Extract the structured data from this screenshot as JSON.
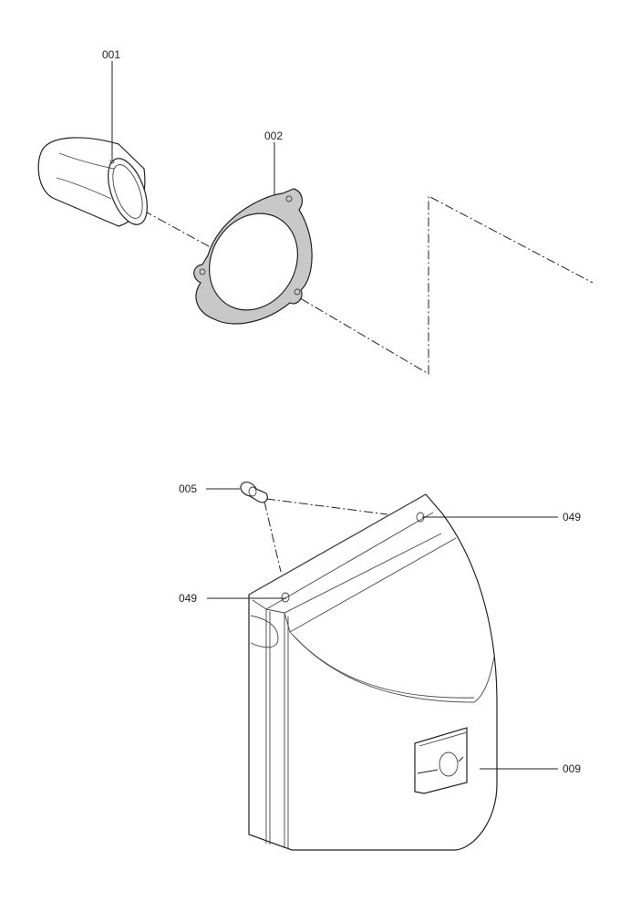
{
  "diagram": {
    "type": "exploded-parts-view",
    "callouts": [
      {
        "id": "001",
        "label": "001"
      },
      {
        "id": "002",
        "label": "002"
      },
      {
        "id": "005",
        "label": "005"
      },
      {
        "id": "049a",
        "label": "049"
      },
      {
        "id": "049b",
        "label": "049"
      },
      {
        "id": "009",
        "label": "009"
      }
    ]
  }
}
